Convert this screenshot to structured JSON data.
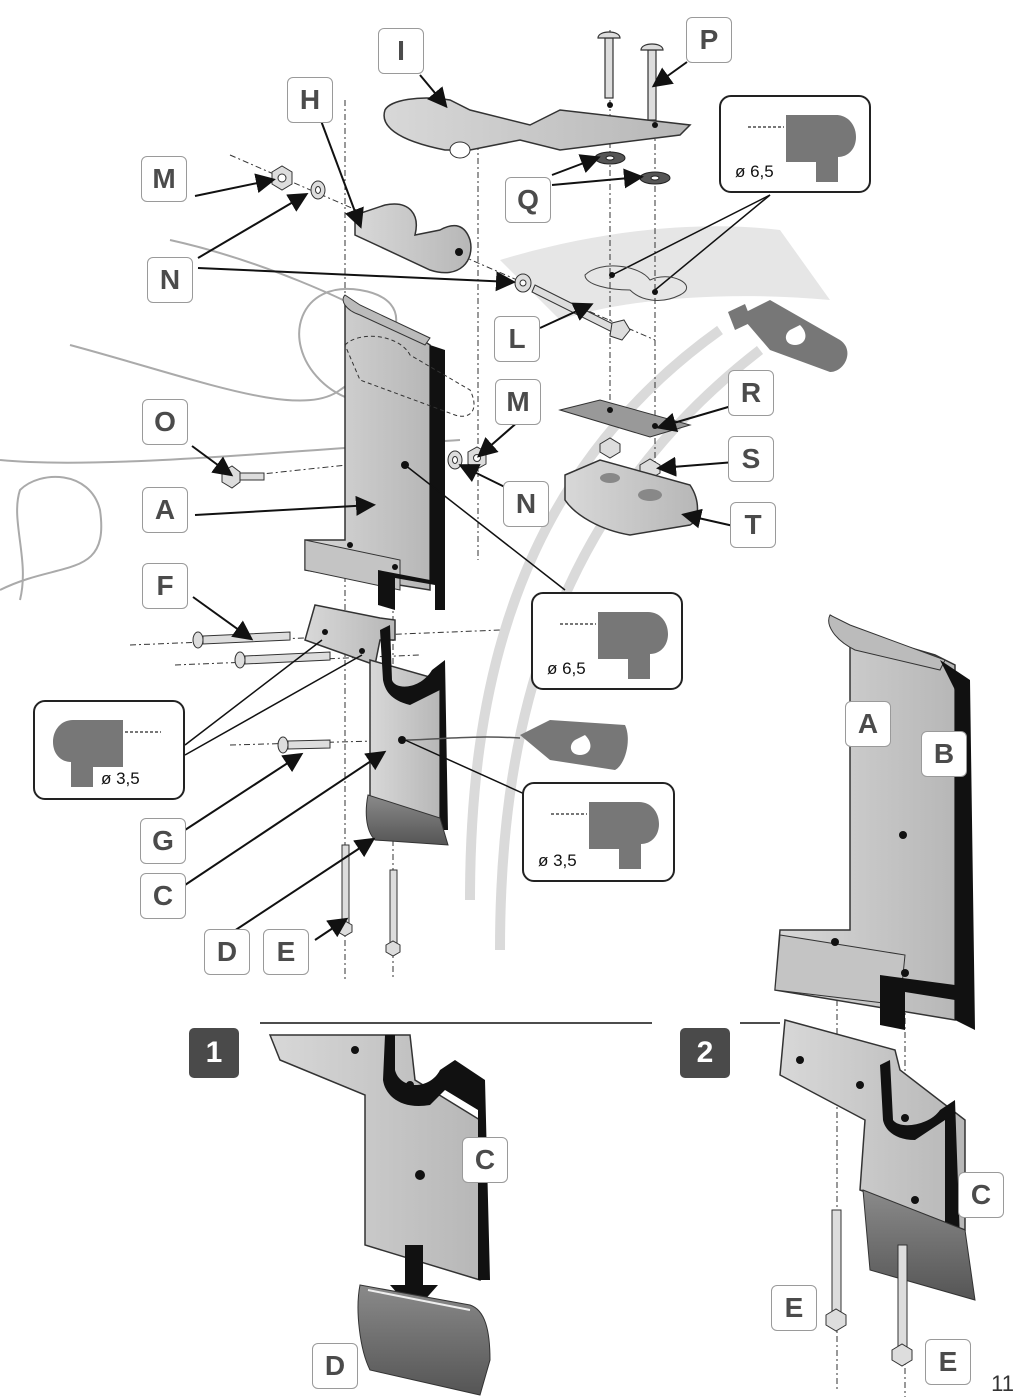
{
  "labels": {
    "I": "I",
    "H": "H",
    "P": "P",
    "M": "M",
    "N": "N",
    "Q": "Q",
    "L": "L",
    "O": "O",
    "A": "A",
    "R": "R",
    "S": "S",
    "T": "T",
    "F": "F",
    "G": "G",
    "C": "C",
    "D": "D",
    "E": "E",
    "B": "B"
  },
  "callouts": {
    "drill_top_right": "ø 6,5",
    "drill_mid": "ø 6,5",
    "drill_left": "ø 3,5",
    "drill_bottom": "ø 3,5"
  },
  "steps": {
    "one": "1",
    "two": "2"
  },
  "page_number": "11",
  "colors": {
    "part_fill": "#c8c8c8",
    "dark_profile": "#111111",
    "rubber": "#707070",
    "label_border": "#9a9a9a",
    "step_bg": "#4a4a4a"
  },
  "icons": [
    "drill-icon",
    "glue-tube-icon"
  ]
}
